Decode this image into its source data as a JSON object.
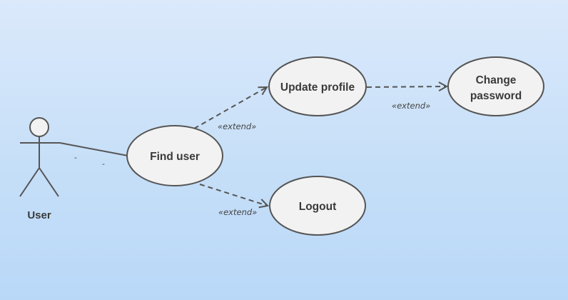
{
  "actor": {
    "name": "User"
  },
  "use_cases": {
    "find_user": {
      "label": "Find user"
    },
    "update_profile": {
      "label": "Update profile"
    },
    "logout": {
      "label": "Logout"
    },
    "change_password": {
      "line1": "Change",
      "line2": "password"
    }
  },
  "relationships": [
    {
      "from": "find_user",
      "to": "update_profile",
      "label": "«extend»"
    },
    {
      "from": "find_user",
      "to": "logout",
      "label": "«extend»"
    },
    {
      "from": "update_profile",
      "to": "change_password",
      "label": "«extend»"
    }
  ],
  "association": {
    "tick1": "-",
    "tick2": "-"
  },
  "colors": {
    "ellipse_fill": "#f2f2f2",
    "stroke": "#555555",
    "text": "#3a3a3a"
  }
}
